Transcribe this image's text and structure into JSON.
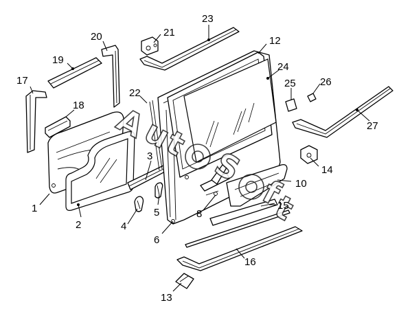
{
  "diagram": {
    "callouts": [
      {
        "id": "c1",
        "text": "1"
      },
      {
        "id": "c2",
        "text": "2"
      },
      {
        "id": "c3",
        "text": "3"
      },
      {
        "id": "c4",
        "text": "4"
      },
      {
        "id": "c5",
        "text": "5"
      },
      {
        "id": "c6",
        "text": "6"
      },
      {
        "id": "c8",
        "text": "8"
      },
      {
        "id": "c10",
        "text": "10"
      },
      {
        "id": "c12",
        "text": "12"
      },
      {
        "id": "c13",
        "text": "13"
      },
      {
        "id": "c14",
        "text": "14"
      },
      {
        "id": "c15",
        "text": "15"
      },
      {
        "id": "c16",
        "text": "16"
      },
      {
        "id": "c17",
        "text": "17"
      },
      {
        "id": "c18",
        "text": "18"
      },
      {
        "id": "c19",
        "text": "19"
      },
      {
        "id": "c20",
        "text": "20"
      },
      {
        "id": "c21",
        "text": "21"
      },
      {
        "id": "c22",
        "text": "22"
      },
      {
        "id": "c23",
        "text": "23"
      },
      {
        "id": "c24",
        "text": "24"
      },
      {
        "id": "c25",
        "text": "25"
      },
      {
        "id": "c26",
        "text": "26"
      },
      {
        "id": "c27",
        "text": "27"
      }
    ]
  },
  "watermark": {
    "text": "AutoSoft",
    "letters": [
      "A",
      "u",
      "t",
      "o",
      "S",
      "o",
      "f",
      "t"
    ]
  }
}
